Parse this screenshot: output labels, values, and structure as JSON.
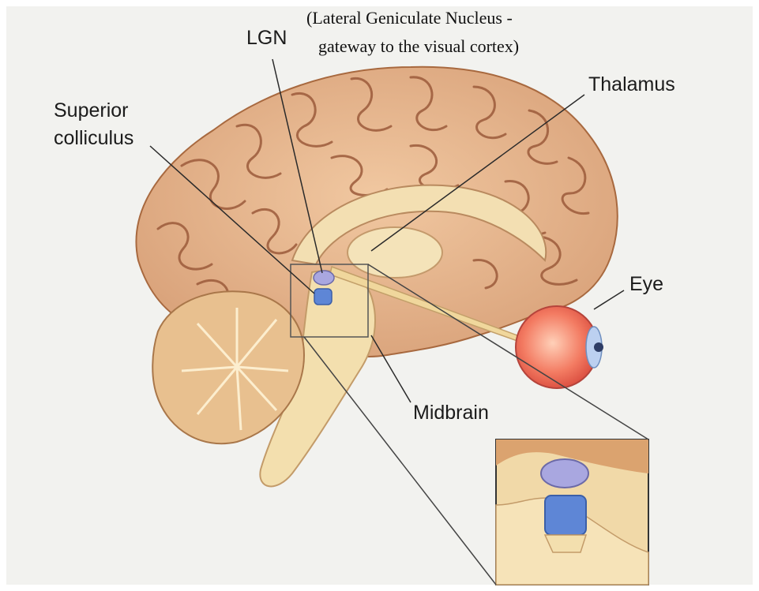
{
  "colors": {
    "cortex": "#e9bc93",
    "cortex_shade": "#c98f66",
    "gyri_line": "#9c5b3b",
    "brainstem": "#f2dcaa",
    "cerebellum": "#e9c08f",
    "lgn": "#a9a7e0",
    "colliculus": "#5e86d6",
    "eye": "#f06e5a",
    "pointer": "#2a2a2a"
  },
  "labels": {
    "lgn_note_line1": "(Lateral Geniculate Nucleus -",
    "lgn_note_line2": "gateway to the visual cortex)",
    "lgn": "LGN",
    "thalamus": "Thalamus",
    "superior_line1": "Superior",
    "superior_line2": "colliculus",
    "eye": "Eye",
    "midbrain": "Midbrain"
  }
}
